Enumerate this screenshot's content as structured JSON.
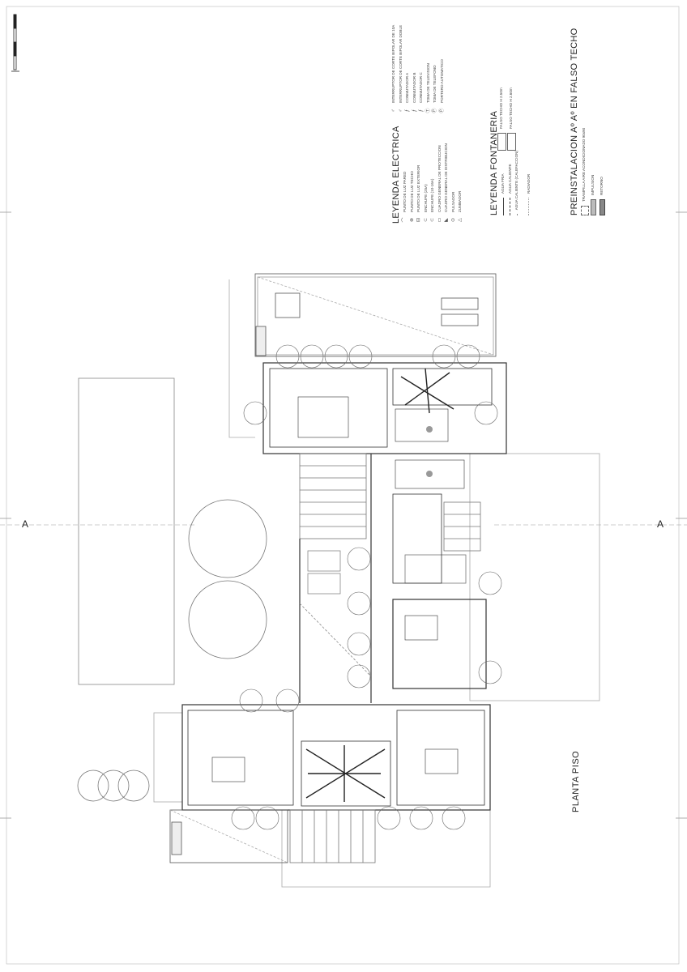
{
  "section_marker": "A",
  "plan_title": "PLANTA PISO",
  "legend_electrica": {
    "title": "LEYENDA ELECTRICA",
    "items_col1": [
      {
        "symbol": "wall-light-icon",
        "label": "PUNTO DE LUZ PARED"
      },
      {
        "symbol": "ceiling-light-icon",
        "label": "PUNTO DE LUZ TECHO"
      },
      {
        "symbol": "exterior-light-icon",
        "label": "PUNTO DE LUZ EXTERIOR"
      },
      {
        "symbol": "socket-icon",
        "label": "ENCHUFE (25A)"
      },
      {
        "symbol": "socket-icon",
        "label": "ENCHUFE (10-16A)"
      },
      {
        "symbol": "panel-icon",
        "label": "CUADRO GENERAL DE PROTECCION"
      },
      {
        "symbol": "distribution-panel-icon",
        "label": "CUADRO GENERAL DE DISTRIBUCION"
      },
      {
        "symbol": "push-button-icon",
        "label": "PULSADOR"
      },
      {
        "symbol": "buzzer-icon",
        "label": "ZUMBADOR"
      }
    ],
    "items_col2": [
      {
        "symbol": "switch-icon",
        "label": "INTERRUPTOR DE CORTE BIPOLAR DE 10A"
      },
      {
        "symbol": "switch-double-icon",
        "label": "INTERRUPTOR DE CORTE BIPOLAR DOBLE"
      },
      {
        "symbol": "switch-icon",
        "label": "CONMUTADOR A"
      },
      {
        "symbol": "switch-icon",
        "label": "CONMUTADOR B"
      },
      {
        "symbol": "switch-icon",
        "label": "CONMUTADOR C"
      },
      {
        "symbol": "tv-outlet-icon",
        "label": "TOMA DE TELEVISION"
      },
      {
        "symbol": "phone-outlet-icon",
        "label": "TOMA DE TELEFONO"
      },
      {
        "symbol": "intercom-icon",
        "label": "PORTERO AUTOMATICO"
      }
    ]
  },
  "legend_fontaneria": {
    "title": "LEYENDA FONTANERIA",
    "items": [
      {
        "symbol": "solid-line",
        "label": "AGUA FRIA"
      },
      {
        "symbol": "dashed-line",
        "label": "AGUA CALIENTE"
      },
      {
        "symbol": "long-dash-line",
        "label": "AGUA CALIENTE (CALEFACCION)"
      },
      {
        "symbol": "dotted-line",
        "label": "RADIADOR"
      },
      {
        "symbol": "box",
        "label": "FALSO TECHO H 2.50m"
      },
      {
        "symbol": "box",
        "label": "FALSO TECHO H 2.60m"
      }
    ]
  },
  "legend_aa": {
    "title": "PREINSTALACION Aº Aº EN FALSO TECHO",
    "items": [
      {
        "symbol": "hatch-box",
        "label": "TRAMPILLA AIRE ACONDICIONADO 90x90"
      },
      {
        "symbol": "grey-bar",
        "label": "IMPULSION"
      },
      {
        "symbol": "dark-bar",
        "label": "RETORNO"
      }
    ]
  }
}
